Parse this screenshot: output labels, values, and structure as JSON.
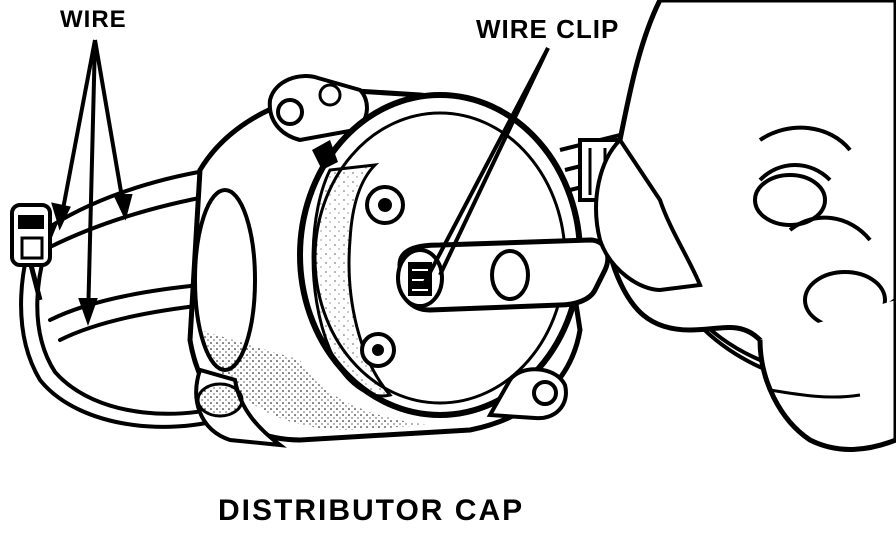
{
  "labels": {
    "wire": "WIRE",
    "wire_clip": "WIRE CLIP",
    "distributor_cap": "DISTRIBUTOR CAP"
  },
  "colors": {
    "ink": "#000000",
    "paper": "#ffffff",
    "shade": "#555555"
  }
}
